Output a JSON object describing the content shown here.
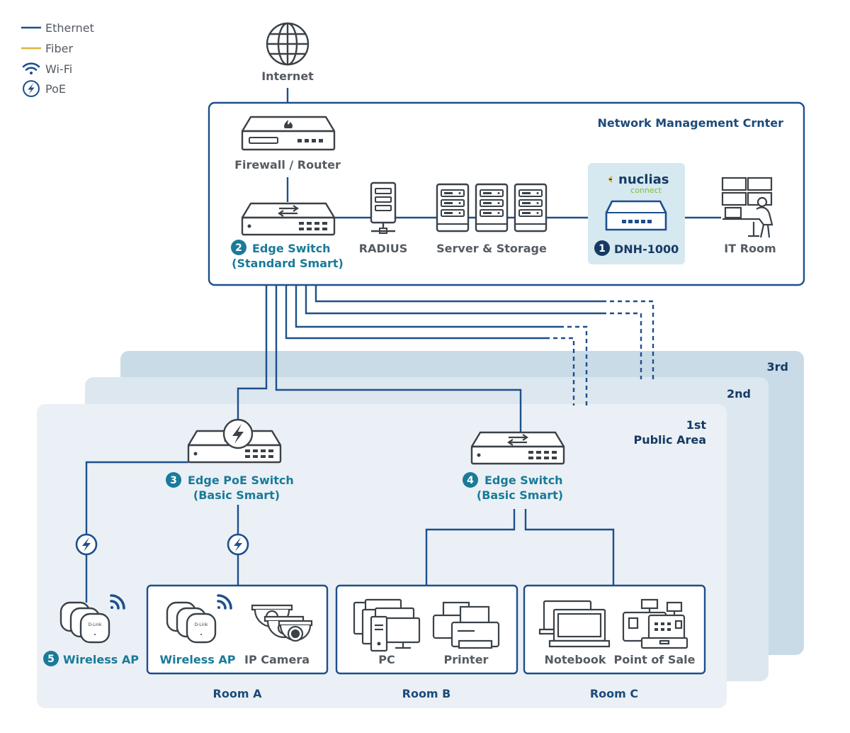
{
  "legend": {
    "ethernet": "Ethernet",
    "fiber": "Fiber",
    "wifi": "Wi-Fi",
    "poe": "PoE"
  },
  "colors": {
    "ethernet": "#1d4f8c",
    "fiber": "#e3b23c",
    "accent": "#1a7a99",
    "navy": "#163a64",
    "floor1": "#eaf0f5",
    "floor2": "#dde7ef",
    "floor3": "#c9dbe7",
    "nuclias_panel": "#d6e8f0"
  },
  "internet": {
    "label": "Internet"
  },
  "nmc": {
    "title": "Network Management Crnter"
  },
  "firewall": {
    "label": "Firewall / Router"
  },
  "core_switch": {
    "number": "2",
    "label_line1": "Edge Switch",
    "label_line2": "(Standard Smart)"
  },
  "radius": {
    "label": "RADIUS"
  },
  "servers": {
    "label": "Server & Storage"
  },
  "nuclias": {
    "brand": "nuclias",
    "sub": "connect",
    "number": "1",
    "label": "DNH-1000"
  },
  "it_room": {
    "label": "IT Room"
  },
  "floors": {
    "third": "3rd",
    "second": "2nd",
    "first_line1": "1st",
    "first_line2": "Public Area"
  },
  "poe_switch": {
    "number": "3",
    "label_line1": "Edge PoE Switch",
    "label_line2": "(Basic Smart)"
  },
  "edge_switch": {
    "number": "4",
    "label_line1": "Edge Switch",
    "label_line2": "(Basic Smart)"
  },
  "wireless_ap": {
    "number": "5",
    "label": "Wireless AP"
  },
  "room_a": {
    "ap_label": "Wireless AP",
    "camera_label": "IP Camera",
    "name": "Room A"
  },
  "room_b": {
    "pc_label": "PC",
    "printer_label": "Printer",
    "name": "Room B"
  },
  "room_c": {
    "notebook_label": "Notebook",
    "pos_label": "Point of Sale",
    "name": "Room C"
  },
  "device_brand": "D-Link"
}
